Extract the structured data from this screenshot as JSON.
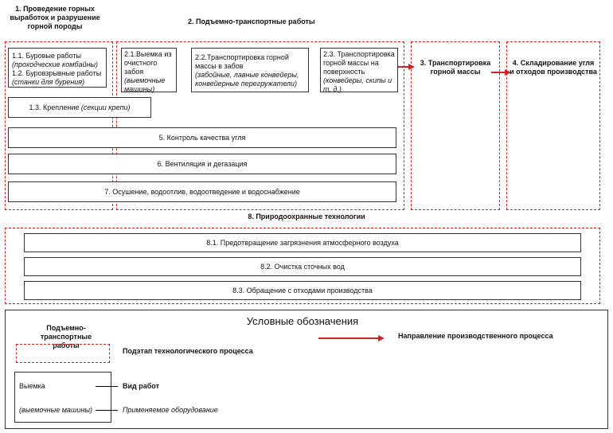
{
  "stages": {
    "s1_title": "1. Проведение горных выработок и разрушение горной породы",
    "s2_title": "2. Подъемно-транспортные работы",
    "s3_title": "3. Транспортировка горной массы",
    "s4_title": "4. Складирование угля и отходов производства",
    "s8_title": "8. Природоохранные технологии"
  },
  "boxes": {
    "b11": "1.1. Буровые работы",
    "b11_eq": "(проходческие комбайны)",
    "b12": "1.2. Буровзрывные работы",
    "b12_eq": "(станки для бурения)",
    "b21": "2.1.Выемка из очистного забоя",
    "b21_eq": "(выемочные машины)",
    "b22": "2.2.Транспортировка горной массы в забов",
    "b22_eq": "(забойные, лавные конвейеры, конвейерные перегружатели)",
    "b23": "2.3. Транспортировка горной массы на поверхность",
    "b23_eq": "(конвейеры, скипы и т. д.)",
    "b13": "1.3. Крепление",
    "b13_eq": "(секции крепи)",
    "b5": "5. Контроль качества угля",
    "b6": "6. Вентиляция и дегазация",
    "b7": "7. Осушение, водоотлив, водоотведение и водоснабжение",
    "b81": "8.1. Предотвращение загрязнения атмосферного воздуха",
    "b82": "8.2. Очистка сточных вод",
    "b83": "8.3. Обращение с отходами производства"
  },
  "legend": {
    "title": "Условные обозначения",
    "substage_example": "Подъемно-транспортные работы",
    "substage_label": "Подэтап технологического процесса",
    "direction_label": "Направление производственного процесса",
    "work_example": "Выемка",
    "work_label": "Вид работ",
    "equip_example": "(выемочные машины)",
    "equip_label": "Применяемое оборудование"
  },
  "colors": {
    "accent": "#cc2222",
    "border": "#333333"
  }
}
